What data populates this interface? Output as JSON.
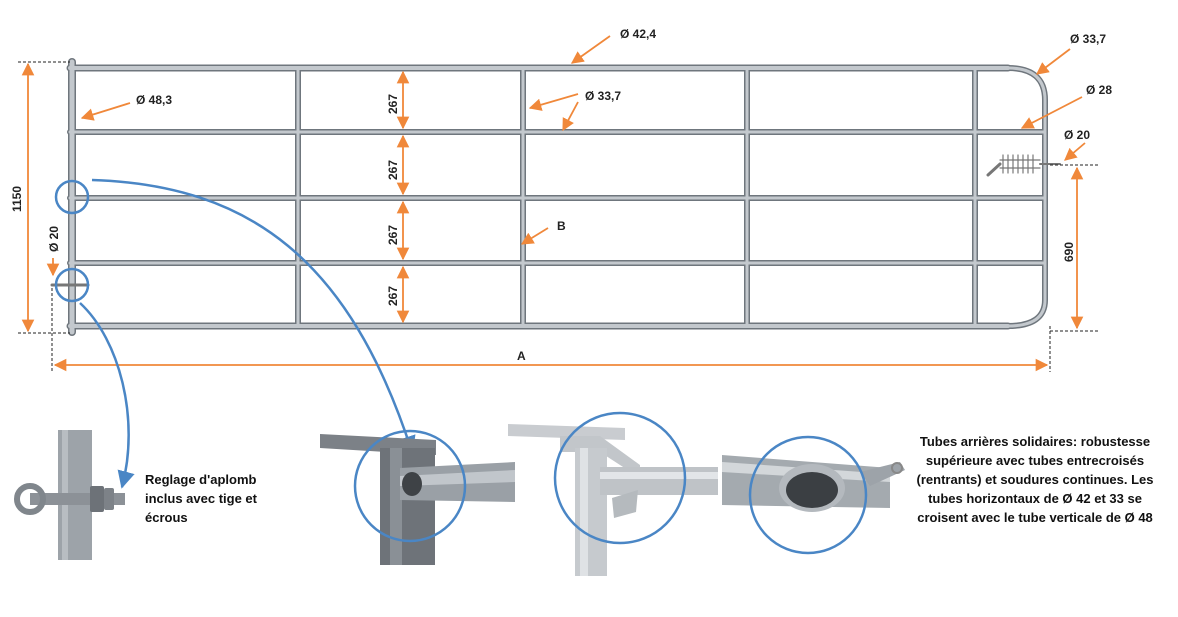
{
  "colors": {
    "tube": "#b4b9bf",
    "tube_edge": "#6f767d",
    "arrow": "#f0883a",
    "callout": "#4a86c5",
    "dimension": "#333333"
  },
  "dimensions": {
    "top_rail": "Ø 42,4",
    "end_tube": "Ø 33,7",
    "latch_tube": "Ø 28",
    "latch_pin": "Ø 20",
    "hinge_post": "Ø 48,3",
    "mid_rail": "Ø 33,7",
    "bolt": "Ø 20",
    "spacing": [
      "267",
      "267",
      "267",
      "267"
    ],
    "height": "1150",
    "latch_height": "690",
    "length": "A",
    "stay": "B"
  },
  "captions": {
    "aplomb": "Reglage d'aplomb inclus avec tige et écrous",
    "tubes": "Tubes arrières solidaires: robustesse supérieure avec tubes entrecroisés (rentrants) et soudures continues.  Les tubes horizontaux  de Ø 42 et 33 se croisent avec le tube verticale de Ø 48"
  }
}
